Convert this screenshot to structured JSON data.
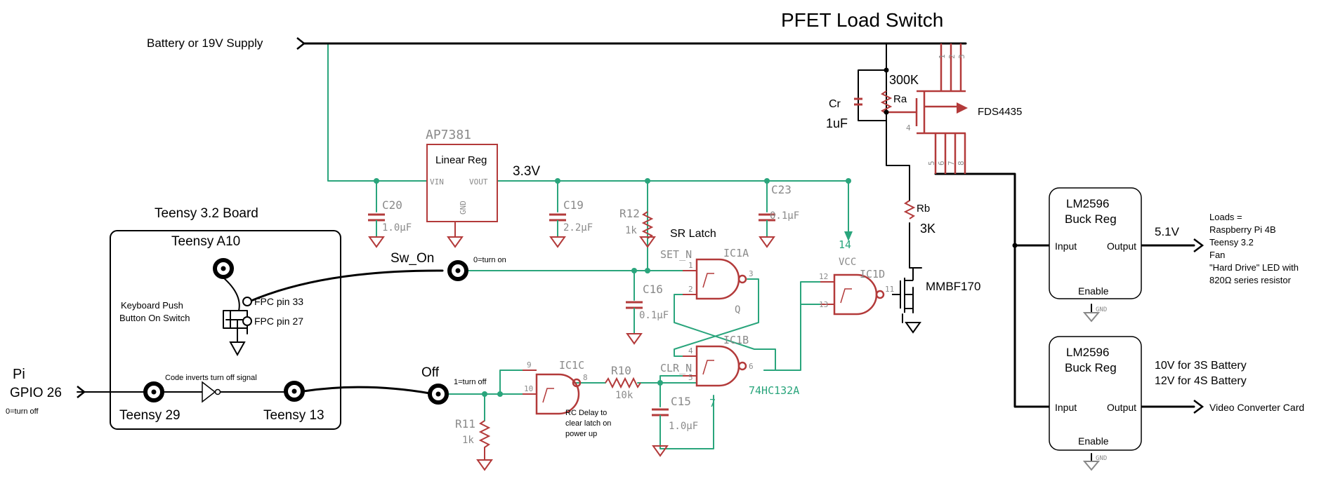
{
  "title": "PFET Load Switch",
  "supply": {
    "label": "Battery or 19V Supply"
  },
  "regulator": {
    "part": "AP7381",
    "name": "Linear Reg",
    "vin": "VIN",
    "vout": "VOUT",
    "gnd": "GND",
    "rail": "3.3V"
  },
  "caps": {
    "c20": {
      "ref": "C20",
      "val": "1.0µF"
    },
    "c19": {
      "ref": "C19",
      "val": "2.2µF"
    },
    "c23": {
      "ref": "C23",
      "val": "0.1µF"
    },
    "c16": {
      "ref": "C16",
      "val": "0.1µF"
    },
    "c15": {
      "ref": "C15",
      "val": "1.0µF"
    },
    "cr": {
      "ref": "Cr",
      "val": "1uF"
    }
  },
  "resistors": {
    "r12": {
      "ref": "R12",
      "val": "1k"
    },
    "r10": {
      "ref": "R10",
      "val": "10k"
    },
    "r11": {
      "ref": "R11",
      "val": "1k"
    },
    "ra": {
      "ref": "Ra",
      "val": "300K"
    },
    "rb": {
      "ref": "Rb",
      "val": "3K"
    }
  },
  "pfet": {
    "part": "FDS4435",
    "pins_top": [
      "1",
      "2",
      "3"
    ],
    "pin_gate": "4",
    "pins_bottom": [
      "5",
      "6",
      "7",
      "8"
    ]
  },
  "nfet": {
    "part": "MMBF170"
  },
  "latch": {
    "title": "SR Latch",
    "set": "SET_N",
    "clr": "CLR_N",
    "q": "Q",
    "chip": "74HC132A",
    "vcc_pin": "14",
    "gnd_pin": "7",
    "vcc": "VCC"
  },
  "gates": {
    "ic1a": {
      "ref": "IC1A",
      "pins": [
        "1",
        "2",
        "3"
      ]
    },
    "ic1b": {
      "ref": "IC1B",
      "pins": [
        "4",
        "5",
        "6"
      ]
    },
    "ic1c": {
      "ref": "IC1C",
      "pins": [
        "9",
        "10",
        "8"
      ]
    },
    "ic1d": {
      "ref": "IC1D",
      "pins": [
        "12",
        "13",
        "11"
      ]
    }
  },
  "teensy": {
    "board": "Teensy 3.2 Board",
    "a10": "Teensy A10",
    "t29": "Teensy 29",
    "t13": "Teensy 13",
    "button": [
      "Keyboard Push",
      "Button On Switch"
    ],
    "fpc33": "FPC pin 33",
    "fpc27": "FPC pin 27",
    "inverter_note": "Code inverts turn off signal"
  },
  "signals": {
    "sw_on": "Sw_On",
    "sw_on_note": "0=turn on",
    "off": "Off",
    "off_note": "1=turn off",
    "pi": [
      "Pi",
      "GPIO 26"
    ],
    "pi_note": "0=turn off",
    "rc_note": [
      "RC Delay to",
      "clear latch on",
      "power up"
    ]
  },
  "buck1": {
    "name": [
      "LM2596",
      "Buck Reg"
    ],
    "input": "Input",
    "output": "Output",
    "enable": "Enable",
    "gnd": "GND",
    "vout": "5.1V",
    "loads": [
      "Loads =",
      "Raspberry Pi 4B",
      "Teensy 3.2",
      "Fan",
      "\"Hard Drive\" LED with",
      "820Ω series resistor"
    ]
  },
  "buck2": {
    "name": [
      "LM2596",
      "Buck Reg"
    ],
    "input": "Input",
    "output": "Output",
    "enable": "Enable",
    "gnd": "GND",
    "vout": [
      "10V for 3S Battery",
      "12V for 4S Battery"
    ],
    "load": "Video Converter Card"
  },
  "colors": {
    "wire_teal": "#2aa57c",
    "part_red": "#b33a3a",
    "label_grey": "#8a8a8a",
    "wire_black": "#000000"
  }
}
